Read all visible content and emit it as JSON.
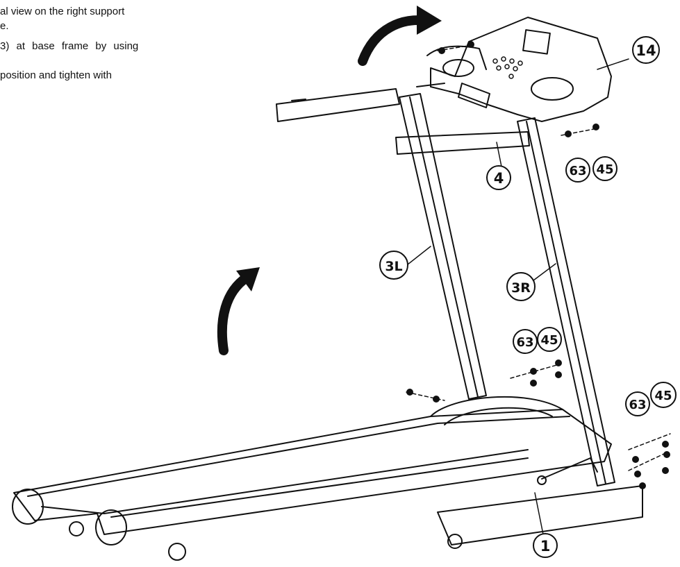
{
  "instructions": {
    "line1": "al view on the right support",
    "line2": "e.",
    "line3": "3) at base frame by using",
    "line4": "",
    "line5": "position and tighten with"
  },
  "callouts": {
    "p14": "14",
    "p4": "4",
    "p63_top": "63",
    "p45_top": "45",
    "p3L": "3L",
    "p3R": "3R",
    "p63_mid": "63",
    "p45_mid": "45",
    "p63_right": "63",
    "p45_right": "45",
    "p1": "1"
  }
}
